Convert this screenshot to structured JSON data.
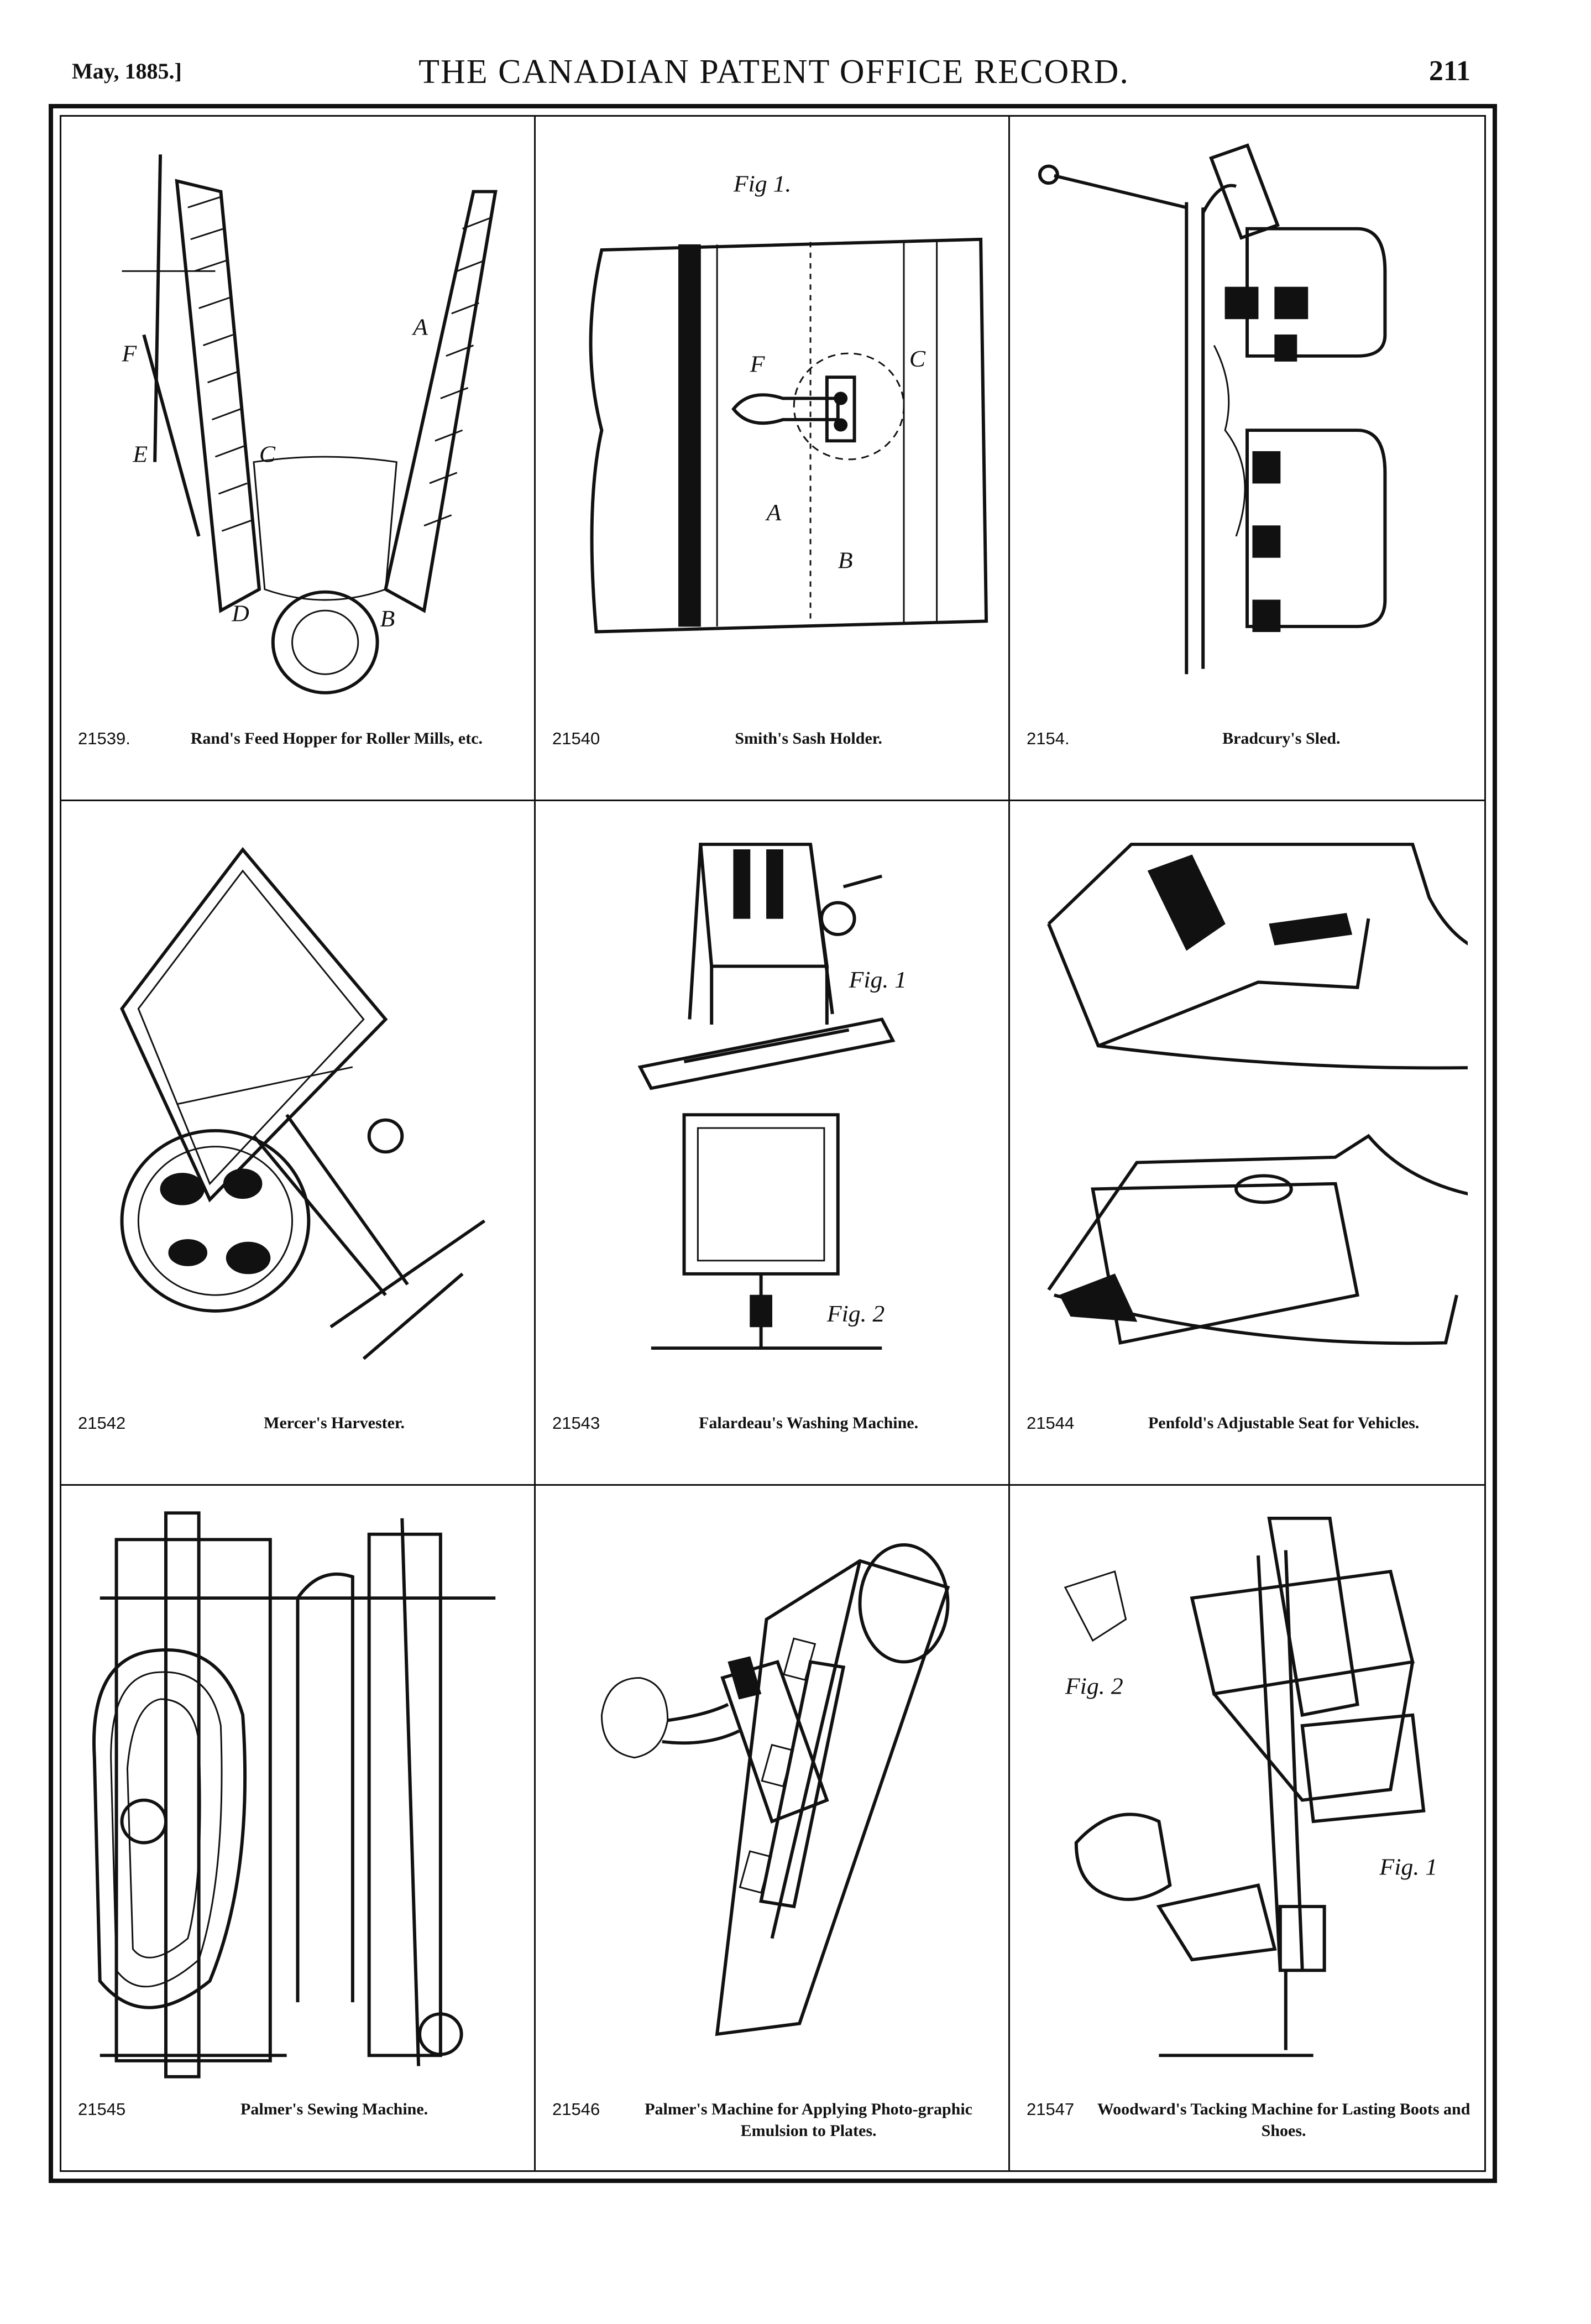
{
  "header": {
    "date": "May, 1885.]",
    "title": "THE CANADIAN PATENT OFFICE RECORD.",
    "page": "211"
  },
  "plates": [
    {
      "number": "21539.",
      "title": "Rand's Feed Hopper for Roller Mills, etc."
    },
    {
      "number": "21540",
      "title": "Smith's Sash Holder."
    },
    {
      "number": "2154.",
      "title": "Bradcury's Sled."
    },
    {
      "number": "21542",
      "title": "Mercer's Harvester."
    },
    {
      "number": "21543",
      "title": "Falardeau's Washing Machine."
    },
    {
      "number": "21544",
      "title": "Penfold's Adjustable Seat for Vehicles."
    },
    {
      "number": "21545",
      "title": "Palmer's Sewing Machine."
    },
    {
      "number": "21546",
      "title": "Palmer's Machine for Applying Photo-graphic Emulsion to Plates."
    },
    {
      "number": "21547",
      "title": "Woodward's Tacking Machine for Lasting Boots and Shoes."
    }
  ],
  "figure_labels": {
    "hopper": [
      "A",
      "B",
      "C",
      "D",
      "E",
      "F"
    ],
    "sash": [
      "Fig 1",
      "A",
      "B",
      "C",
      "F"
    ],
    "washing": [
      "Fig. 1",
      "Fig. 2"
    ],
    "tacking": [
      "Fig. 2",
      "Fig. 1"
    ]
  }
}
